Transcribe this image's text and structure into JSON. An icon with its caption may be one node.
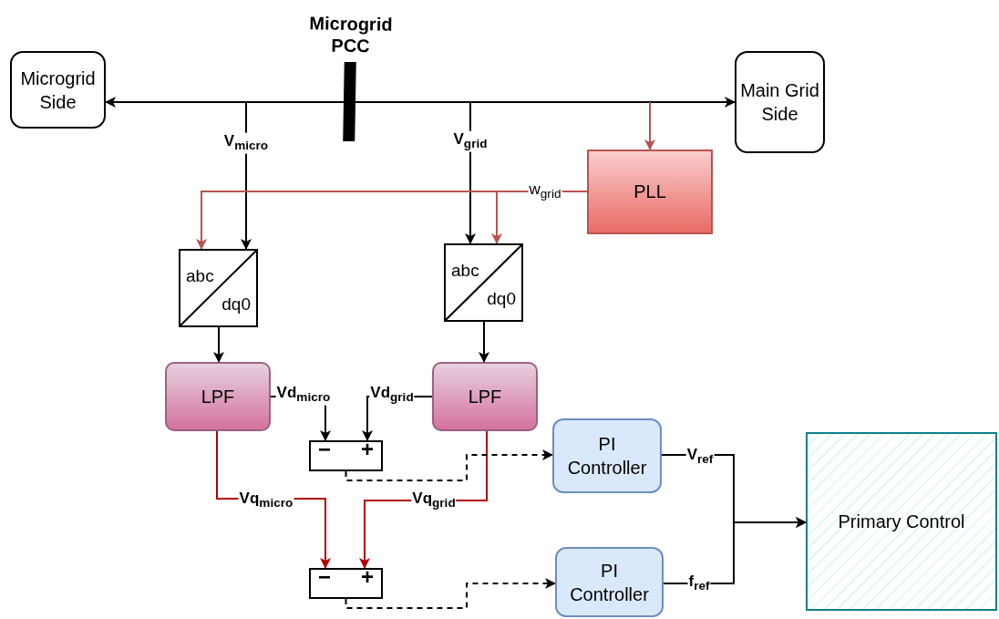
{
  "diagram": {
    "nodes": [
      {
        "text": [
          "Microgrid Side"
        ]
      },
      {
        "text": [
          "Main Grid Side"
        ]
      },
      {
        "text": [
          "Microgrid PCC"
        ]
      },
      {
        "text": [
          "PLL"
        ]
      },
      {
        "text": [
          "abc",
          "dq0"
        ]
      },
      {
        "text": [
          "abc",
          "dq0"
        ]
      },
      {
        "text": [
          "LPF"
        ]
      },
      {
        "text": [
          "LPF"
        ]
      },
      {
        "text": [
          "−",
          "+"
        ]
      },
      {
        "text": [
          "PI Controller"
        ]
      },
      {
        "text": [
          "−",
          "+"
        ]
      },
      {
        "text": [
          "PI Controller"
        ]
      },
      {
        "text": [
          "Primary Control"
        ]
      }
    ],
    "edges": [
      {
        "from": 2,
        "to": 0,
        "arrow": "to"
      },
      {
        "from": 2,
        "to": 1,
        "arrow": "to"
      },
      {
        "from": null,
        "to": 4,
        "arrow": "to",
        "label": "V$_{micro}$"
      },
      {
        "from": null,
        "to": 5,
        "arrow": "to",
        "label": "V$_{grid}$"
      },
      {
        "from": null,
        "to": 3,
        "arrow": "to",
        "color": "#b85450"
      },
      {
        "from": 3,
        "to": 4,
        "arrow": "to",
        "label": "w$_{grid}$",
        "color": "#b85450"
      },
      {
        "from": 3,
        "to": 5,
        "arrow": "to",
        "color": "#b85450"
      },
      {
        "from": 4,
        "to": 6,
        "arrow": "to"
      },
      {
        "from": 5,
        "to": 7,
        "arrow": "to"
      },
      {
        "from": 6,
        "to": 8,
        "arrow": "to",
        "label": "Vd$_{micro}$"
      },
      {
        "from": 7,
        "to": 8,
        "arrow": "to",
        "label": "Vd$_{grid}$"
      },
      {
        "from": 6,
        "to": 10,
        "arrow": "to",
        "label": "Vq$_{micro}$",
        "color": "#b20000"
      },
      {
        "from": 7,
        "to": 10,
        "arrow": "to",
        "label": "Vq$_{grid}$",
        "color": "#b20000"
      },
      {
        "from": 8,
        "to": 9,
        "arrow": "to",
        "style": "dashed"
      },
      {
        "from": 10,
        "to": 11,
        "arrow": "to",
        "style": "dashed"
      },
      {
        "from": 9,
        "to": 12,
        "arrow": "to",
        "label": "V$_{ref}$"
      },
      {
        "from": 11,
        "to": 12,
        "arrow": "to",
        "label": "f$_{ref}$"
      }
    ]
  }
}
